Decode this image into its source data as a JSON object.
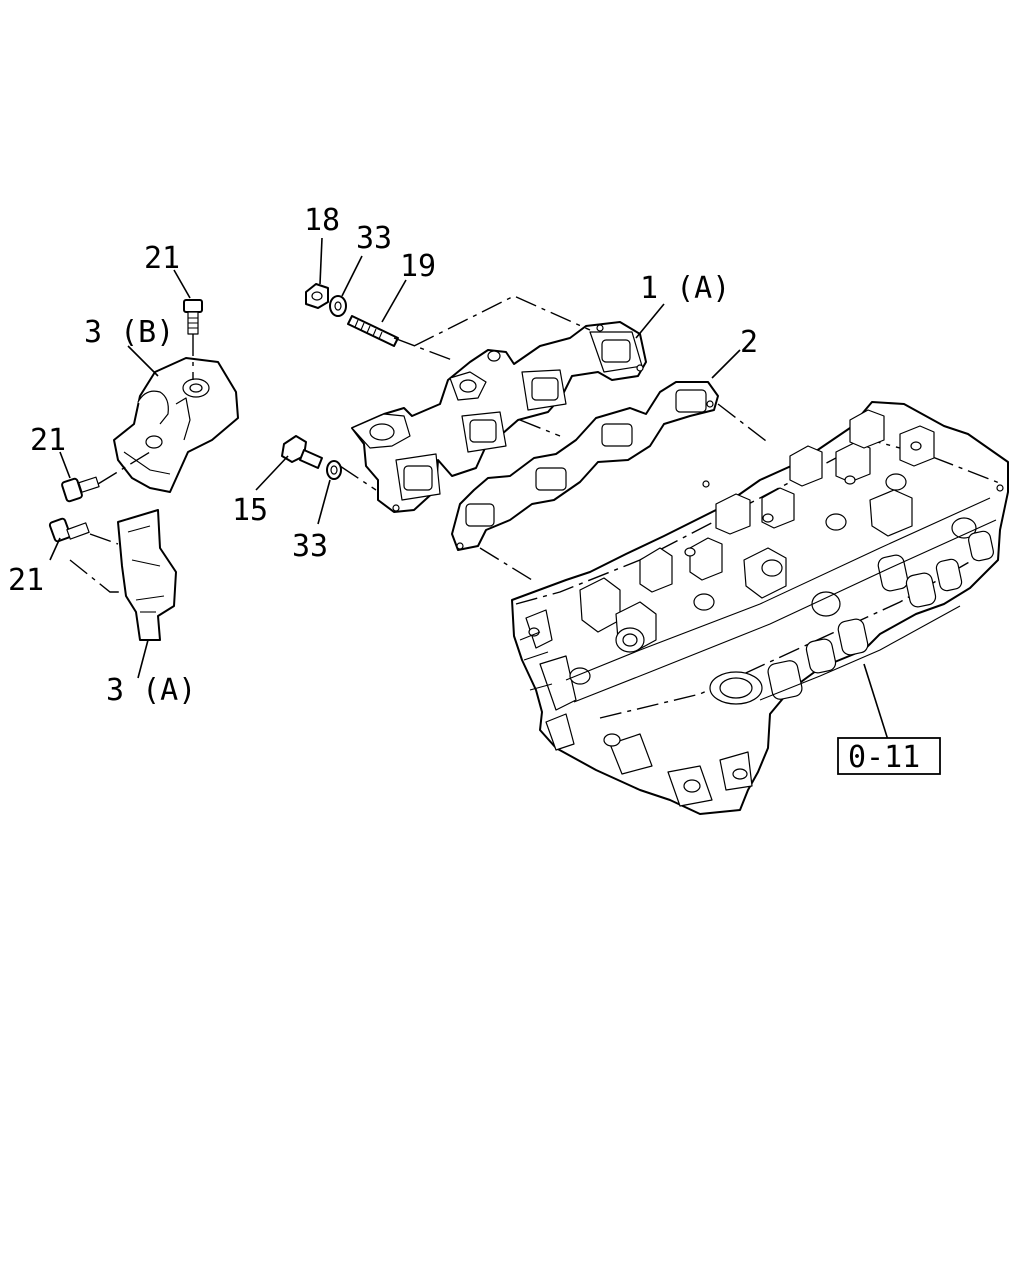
{
  "callouts": {
    "c18": "18",
    "c33_top": "33",
    "c19": "19",
    "c1a": "1 (A)",
    "c2": "2",
    "c21_top": "21",
    "c3b": "3 (B)",
    "c21_mid": "21",
    "c15": "15",
    "c33_bottom": "33",
    "c21_low": "21",
    "c3a": "3 (A)",
    "ref": "0-11"
  }
}
